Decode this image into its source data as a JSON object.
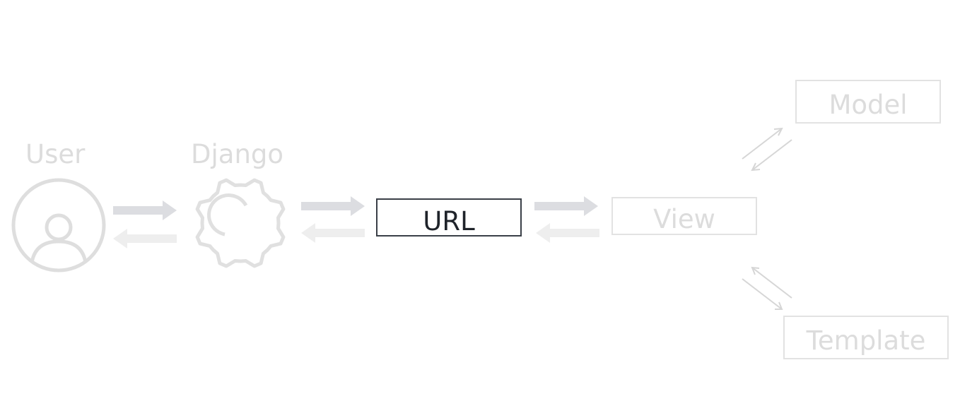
{
  "diagram": {
    "nodes": {
      "user": {
        "label": "User",
        "icon": "user-avatar-icon"
      },
      "django": {
        "label": "Django",
        "icon": "gear-icon"
      },
      "url": {
        "label": "URL",
        "highlighted": true
      },
      "view": {
        "label": "View"
      },
      "model": {
        "label": "Model"
      },
      "template": {
        "label": "Template"
      }
    },
    "edges": [
      {
        "from": "User",
        "to": "Django",
        "style": "block-arrow"
      },
      {
        "from": "Django",
        "to": "User",
        "style": "block-arrow-faint"
      },
      {
        "from": "Django",
        "to": "URL",
        "style": "block-arrow"
      },
      {
        "from": "URL",
        "to": "Django",
        "style": "block-arrow-faint"
      },
      {
        "from": "URL",
        "to": "View",
        "style": "block-arrow"
      },
      {
        "from": "View",
        "to": "URL",
        "style": "block-arrow-faint"
      },
      {
        "from": "View",
        "to": "Model",
        "style": "thin-arrow"
      },
      {
        "from": "Model",
        "to": "View",
        "style": "thin-arrow"
      },
      {
        "from": "View",
        "to": "Template",
        "style": "thin-arrow"
      },
      {
        "from": "Template",
        "to": "View",
        "style": "thin-arrow"
      }
    ],
    "colors": {
      "background": "#ffffff",
      "inactive_text": "#dcdcdc",
      "inactive_border": "#e2e2e2",
      "active_text": "#1f232a",
      "active_border": "#3a3f47",
      "arrow_primary": "#dcdde1",
      "arrow_faint": "#eeeeee",
      "thin_arrow": "#d6d6d6"
    }
  }
}
